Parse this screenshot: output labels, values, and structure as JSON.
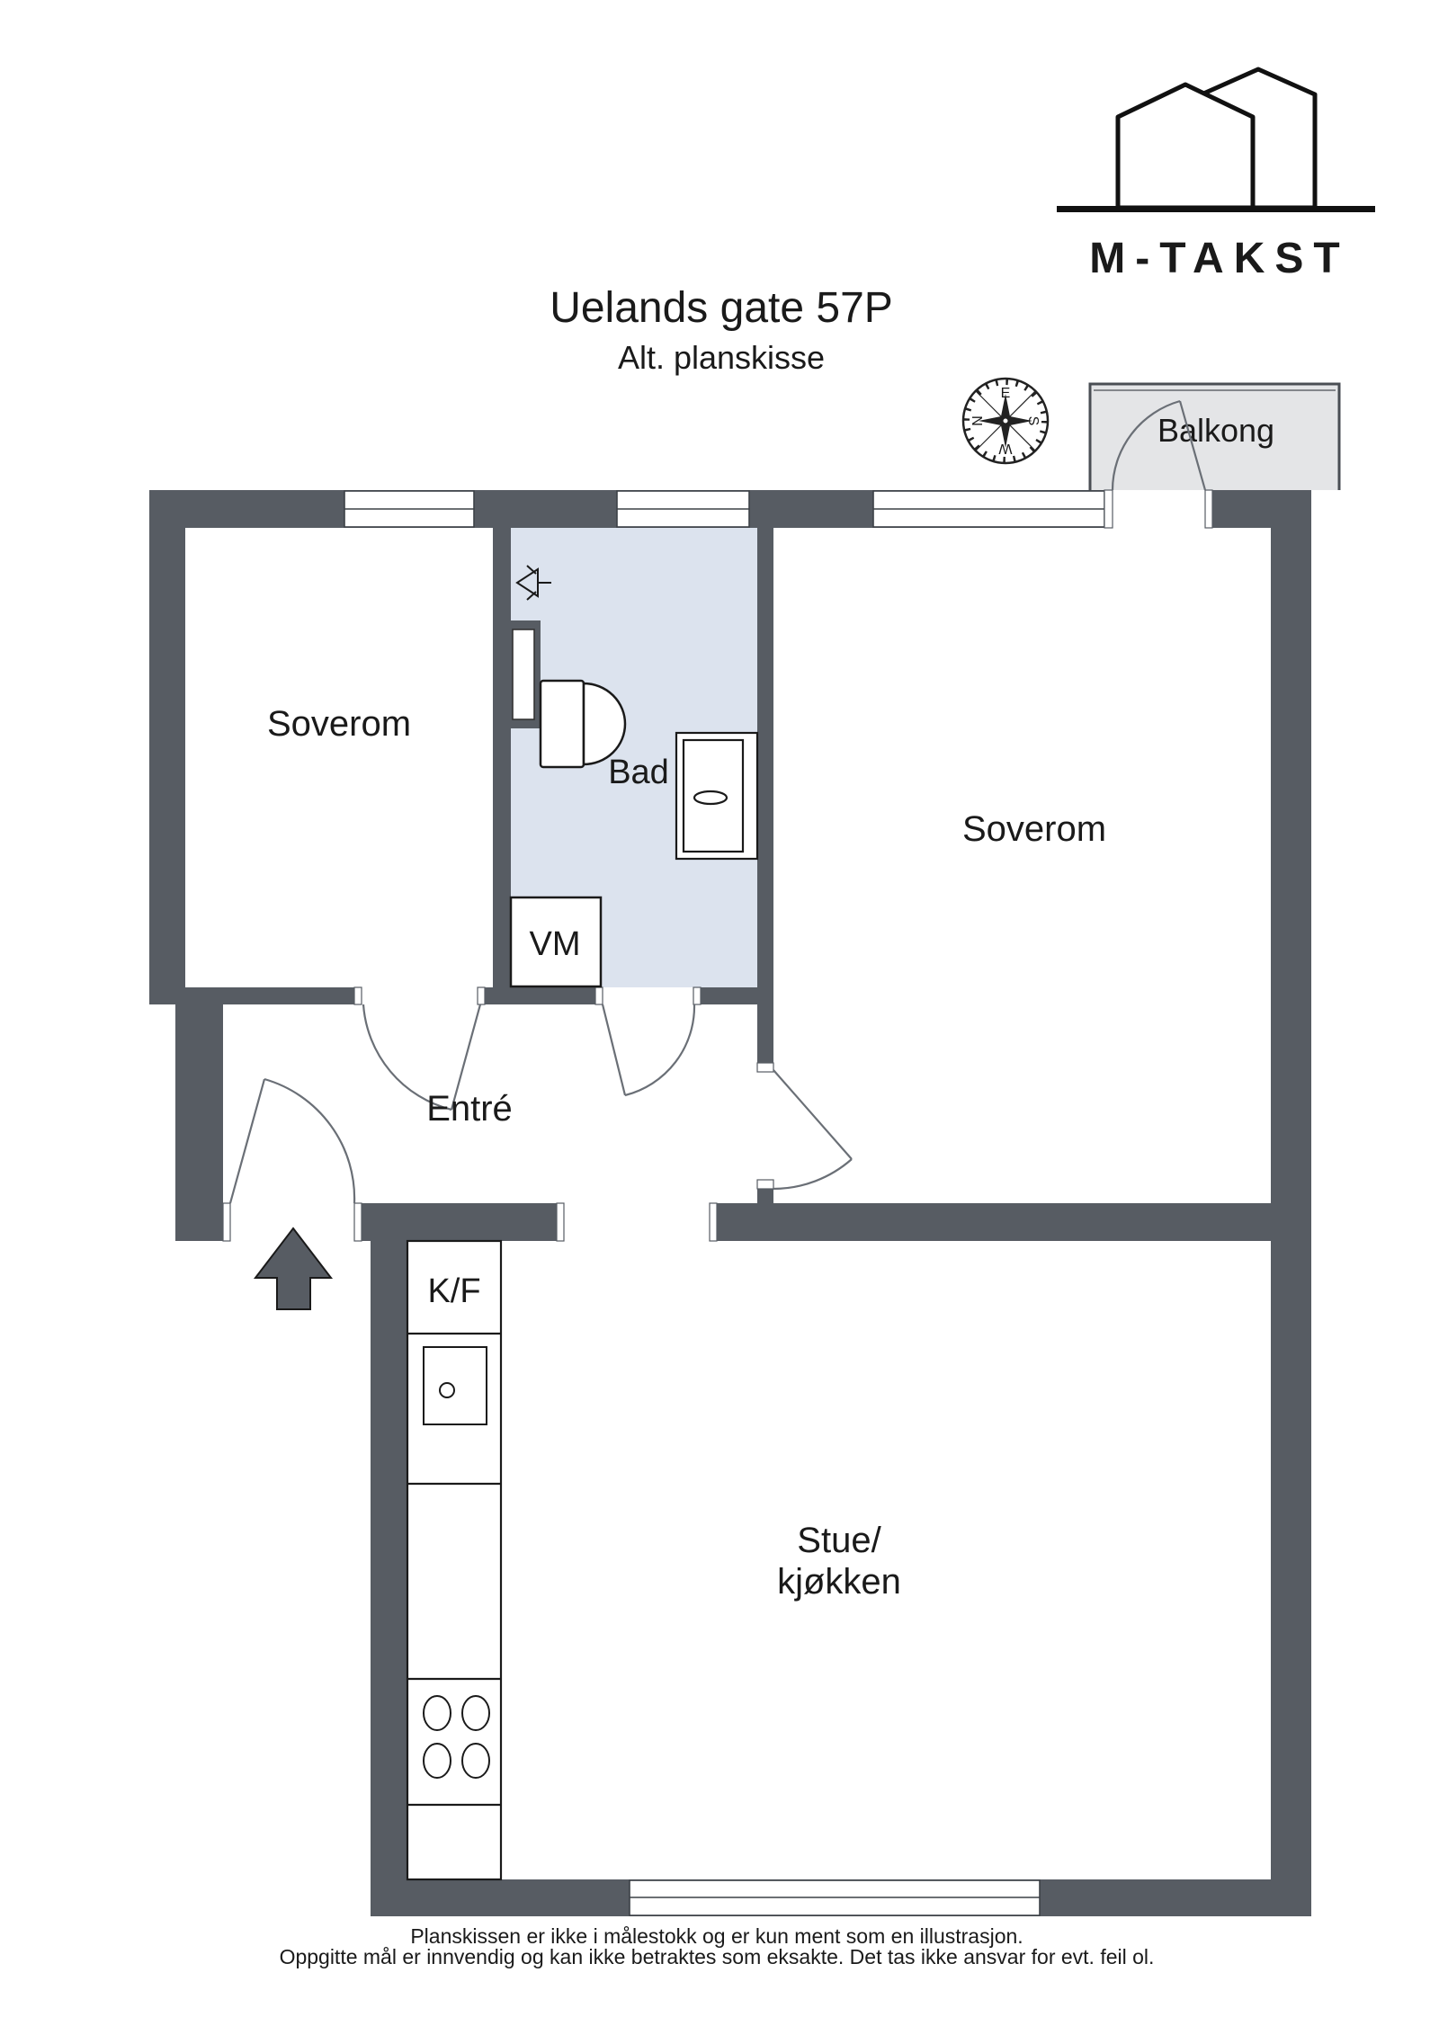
{
  "header": {
    "title": "Uelands gate 57P",
    "subtitle": "Alt. planskisse"
  },
  "logo": {
    "brand": "M-TAKST"
  },
  "compass": {
    "top": "E",
    "right": "S",
    "bottom": "W",
    "left": "N"
  },
  "rooms": {
    "bedroom1": {
      "label": "Soverom"
    },
    "bathroom": {
      "label": "Bad"
    },
    "bedroom2": {
      "label": "Soverom"
    },
    "entrance": {
      "label": "Entré"
    },
    "living": {
      "label_line1": "Stue/",
      "label_line2": "kjøkken"
    },
    "balcony": {
      "label": "Balkong"
    }
  },
  "fixtures": {
    "washing_machine": "VM",
    "fridge_freezer": "K/F"
  },
  "footer": {
    "line1": "Planskissen er ikke i målestokk og er kun ment som en illustrasjon.",
    "line2": "Oppgitte mål er innvendig og kan ikke betraktes som eksakte. Det tas ikke ansvar for evt. feil ol."
  },
  "colors": {
    "wall": "#575c63",
    "bathroom_fill": "#dce3ee",
    "balcony_fill": "#e4e5e7",
    "door_arc": "#6a6f76",
    "fixture_line": "#1a1a1a"
  }
}
